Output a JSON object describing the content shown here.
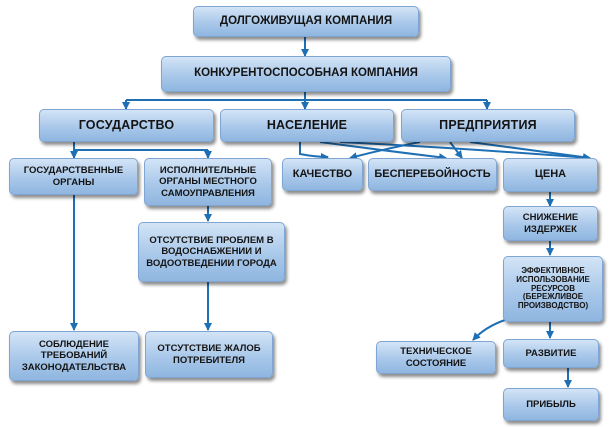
{
  "nodes": {
    "long_lived": "ДОЛГОЖИВУЩАЯ КОМПАНИЯ",
    "competitive": "КОНКУРЕНТОСПОСОБНАЯ КОМПАНИЯ",
    "state": "ГОСУДАРСТВО",
    "population": "НАСЕЛЕНИЕ",
    "enterprises": "ПРЕДПРИЯТИЯ",
    "state_bodies": "ГОСУДАРСТВЕННЫЕ ОРГАНЫ",
    "local_bodies": "ИСПОЛНИТЕЛЬНЫЕ ОРГАНЫ МЕСТНОГО САМОУПРАВЛЕНИЯ",
    "quality": "КАЧЕСТВО",
    "uninterrupted": "БЕСПЕРЕБОЙНОСТЬ",
    "price": "ЦЕНА",
    "no_problems": "ОТСУТСТВИЕ ПРОБЛЕМ В ВОДОСНАБЖЕНИИ И ВОДООТВЕДЕНИИ ГОРОДА",
    "cost_reduction": "СНИЖЕНИЕ ИЗДЕРЖЕК",
    "efficient_use": "ЭФФЕКТИВНОЕ ИСПОЛЬЗОВАНИЕ РЕСУРСОВ (БЕРЕЖЛИВОЕ ПРОИЗВОДСТВО)",
    "compliance": "СОБЛЮДЕНИЕ ТРЕБОВАНИЙ ЗАКОНОДАТЕЛЬСТВА",
    "no_complaints": "ОТСУТСТВИЕ ЖАЛОБ ПОТРЕБИТЕЛЯ",
    "technical_state": "ТЕХНИЧЕСКОЕ СОСТОЯНИЕ",
    "development": "РАЗВИТИЕ",
    "profit": "ПРИБЫЛЬ"
  },
  "colors": {
    "arrow": "#1f6fb5",
    "node_top": "#d3e4f6",
    "node_bottom": "#8fb6e0"
  }
}
